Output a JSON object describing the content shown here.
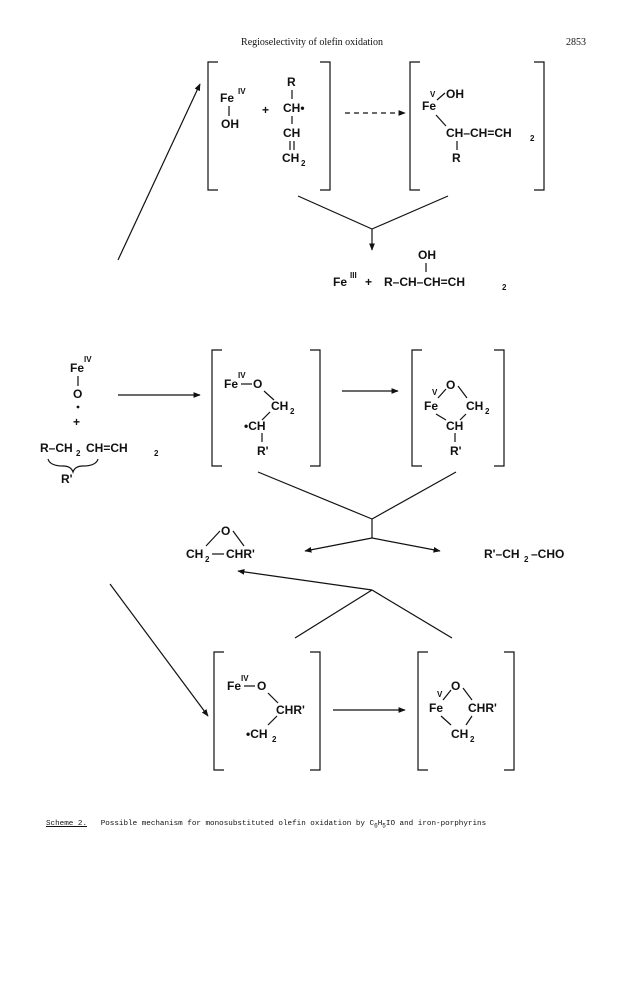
{
  "header": {
    "running_title": "Regioselectivity of olefin oxidation",
    "page_number": "2853"
  },
  "caption": {
    "label": "Scheme 2.",
    "text_before": "Possible mechanism for monosubstituted olefin oxidation by C",
    "sub1": "6",
    "mid1": "H",
    "sub2": "5",
    "text_after": "IO and iron-porphyrins"
  },
  "labels": {
    "fe": "Fe",
    "iv": "IV",
    "v": "V",
    "iii": "III",
    "oh": "OH",
    "o": "O",
    "plus": "+",
    "r": "R",
    "rp": "R'",
    "ch": "CH",
    "ch2": "CH",
    "two": "2",
    "r_ch2": "R–CH",
    "ch_ch2": "CH=CH",
    "ch_dot": "CH•",
    "dot_ch": "•CH",
    "dot_ch2": "•CH",
    "r_ch": "R–CH–CH=CH",
    "ch_ch_ch2": "CH–CH=CH",
    "chrp": "CHR'",
    "chrp2": "–CHR'",
    "rp_ch2_cho": "R'–CH",
    "cho": "–CHO"
  }
}
